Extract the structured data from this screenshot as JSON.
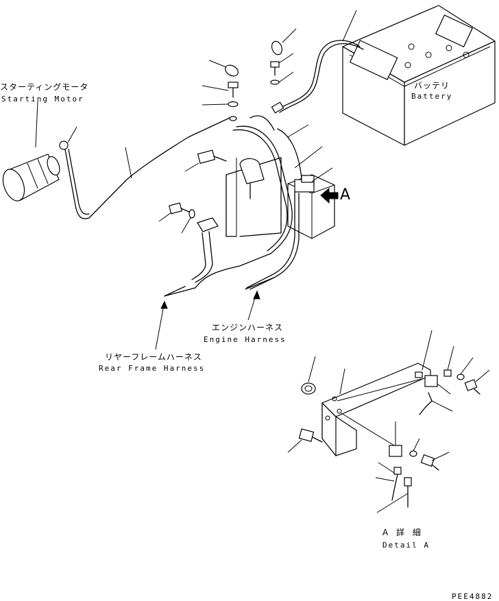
{
  "labels": {
    "starting_motor_jp": "スターティングモータ",
    "starting_motor_en": "Starting Motor",
    "battery_jp": "バッテリ",
    "battery_en": "Battery",
    "engine_harness_jp": "エンジンハーネス",
    "engine_harness_en": "Engine Harness",
    "rear_frame_harness_jp": "リヤーフレームハーネス",
    "rear_frame_harness_en": "Rear Frame Harness",
    "view_marker": "A",
    "detail_jp": "A 詳 細",
    "detail_en": "Detail A",
    "drawing_code": "PEE4882"
  }
}
